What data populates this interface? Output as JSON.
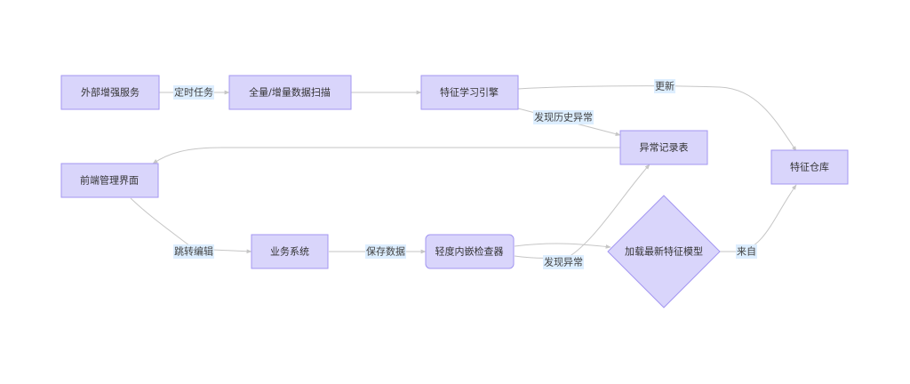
{
  "diagram": {
    "type": "flowchart",
    "nodes": [
      {
        "id": "ext",
        "label": "外部增强服务",
        "shape": "rect"
      },
      {
        "id": "scan",
        "label": "全量/增量数据扫描",
        "shape": "rect"
      },
      {
        "id": "engine",
        "label": "特征学习引擎",
        "shape": "rect"
      },
      {
        "id": "anomaly",
        "label": "异常记录表",
        "shape": "rect"
      },
      {
        "id": "store",
        "label": "特征仓库",
        "shape": "rect"
      },
      {
        "id": "ui",
        "label": "前端管理界面",
        "shape": "rect"
      },
      {
        "id": "biz",
        "label": "业务系统",
        "shape": "rect"
      },
      {
        "id": "checker",
        "label": "轻度内嵌检查器",
        "shape": "rounded"
      },
      {
        "id": "model",
        "label": "加载最新特征模型",
        "shape": "diamond"
      }
    ],
    "edges": [
      {
        "from": "ext",
        "to": "scan",
        "label": "定时任务"
      },
      {
        "from": "scan",
        "to": "engine",
        "label": ""
      },
      {
        "from": "engine",
        "to": "store",
        "label": "更新"
      },
      {
        "from": "engine",
        "to": "anomaly",
        "label": "发现历史异常"
      },
      {
        "from": "anomaly",
        "to": "ui",
        "label": ""
      },
      {
        "from": "ui",
        "to": "biz",
        "label": "跳转编辑"
      },
      {
        "from": "biz",
        "to": "checker",
        "label": "保存数据"
      },
      {
        "from": "checker",
        "to": "model",
        "label": ""
      },
      {
        "from": "checker",
        "to": "anomaly",
        "label": "发现异常"
      },
      {
        "from": "store",
        "to": "model",
        "label": "来自"
      }
    ]
  },
  "colors": {
    "node_fill": "#d9d5fb",
    "node_stroke": "#a396f1",
    "edge": "#c6c6c6",
    "label_bg": "#ddeeff",
    "text": "#333333"
  }
}
